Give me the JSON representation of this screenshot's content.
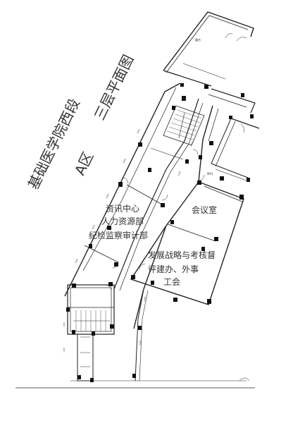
{
  "title": {
    "building": "基础医学院西段",
    "floor": "三层平面图",
    "zone": "A区"
  },
  "rooms": {
    "room_a": [
      "资讯中心",
      "人力资源部",
      "纪检监察审计部"
    ],
    "meeting": "会议室",
    "room_b": [
      "发展战略与考核督",
      "评建办、外事",
      "工会"
    ]
  },
  "small_labels": {
    "top_room": "露台",
    "code": "M01"
  }
}
